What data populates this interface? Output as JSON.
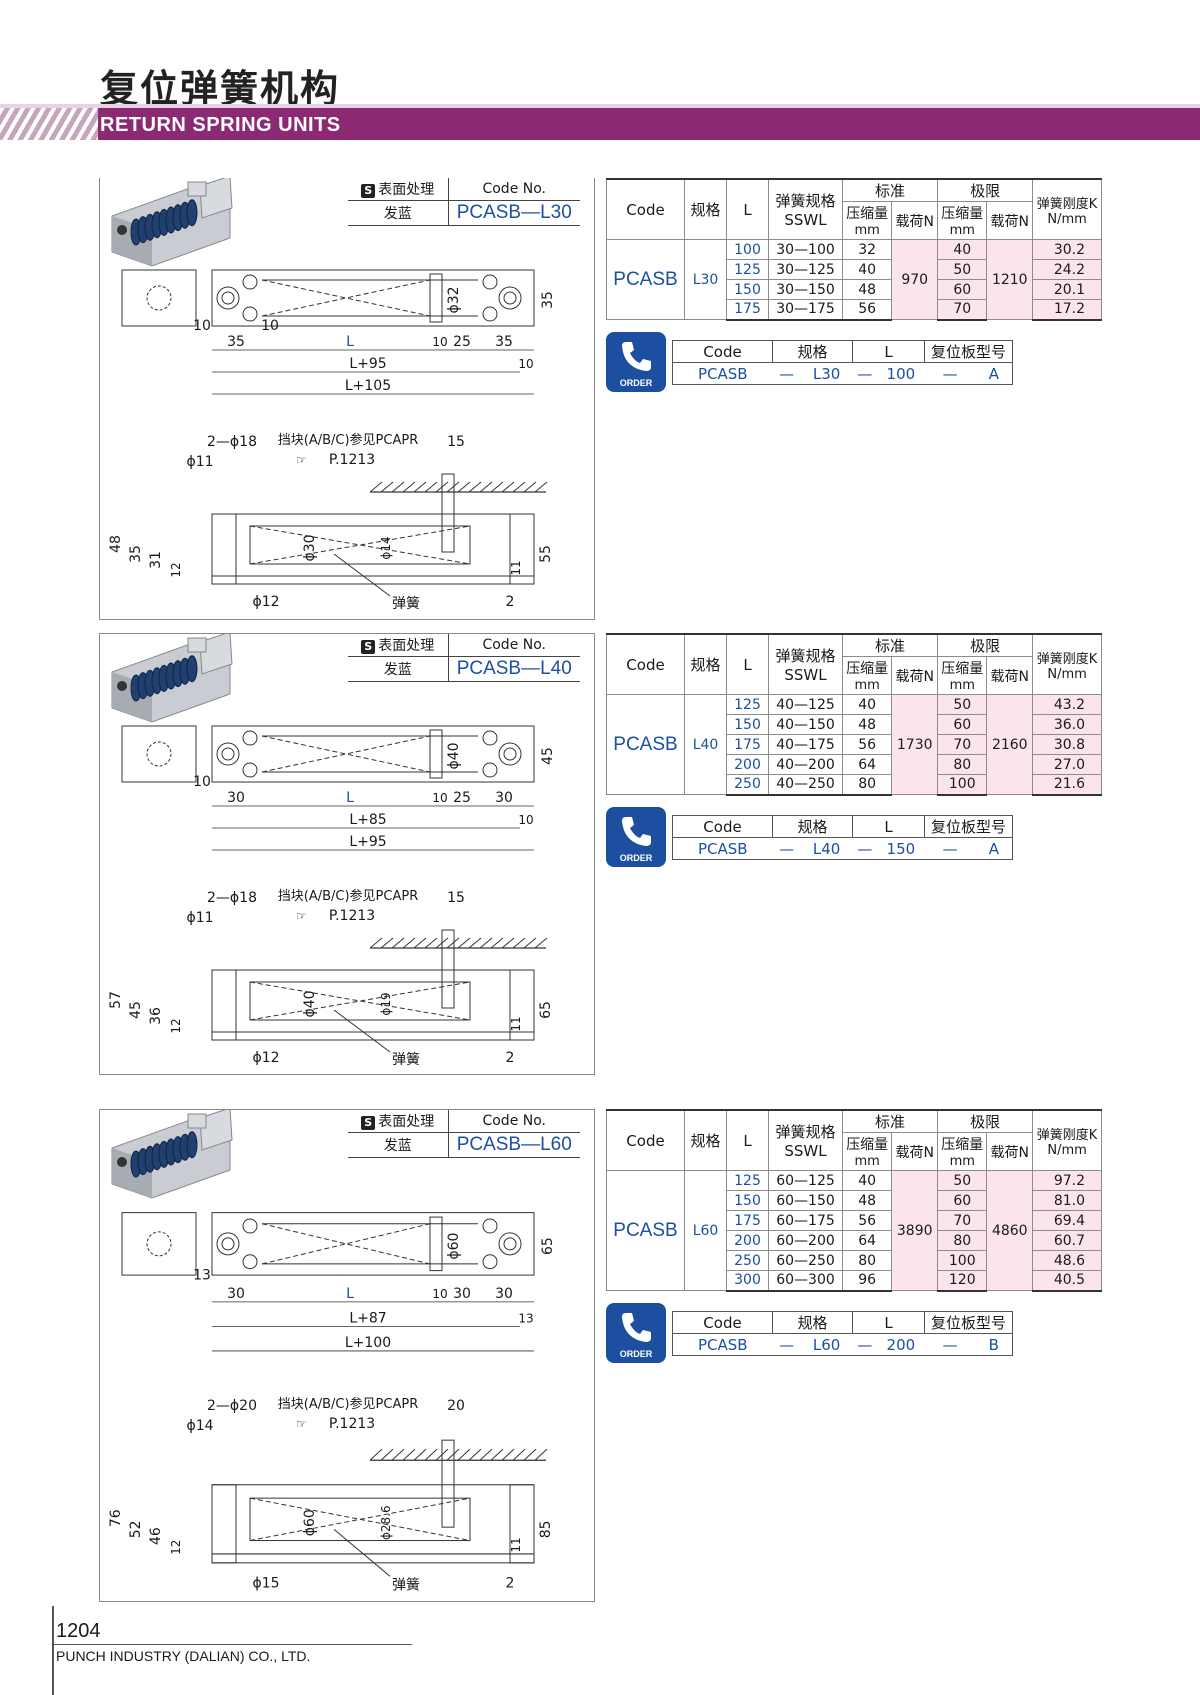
{
  "page": {
    "title_cn": "复位弹簧机构",
    "title_en": "RETURN SPRING UNITS",
    "page_number": "1204",
    "company": "PUNCH INDUSTRY (DALIAN) CO., LTD."
  },
  "codebox_labels": {
    "surface": "表面处理",
    "code_no": "Code No.",
    "finish": "发蓝",
    "badge": "S"
  },
  "spec_headers": {
    "code": "Code",
    "spec": "规格",
    "l": "L",
    "spring": "弹簧规格",
    "sswl": "SSWL",
    "std": "标准",
    "limit": "极限",
    "comp": "压缩量",
    "mm": "mm",
    "load": "载荷N",
    "rate": "弹簧刚度K",
    "rate_unit": "N/mm"
  },
  "order_headers": {
    "code": "Code",
    "spec": "规格",
    "l": "L",
    "plate": "复位板型号",
    "icon_label": "ORDER"
  },
  "units": [
    {
      "code_no": "PCASB—L30",
      "code": "PCASB",
      "spec": "L30",
      "std_load": "970",
      "lim_load": "1210",
      "rows": [
        {
          "l": "100",
          "spring": "30—100",
          "comp": "32",
          "lim": "40",
          "k": "30.2"
        },
        {
          "l": "125",
          "spring": "30—125",
          "comp": "40",
          "lim": "50",
          "k": "24.2"
        },
        {
          "l": "150",
          "spring": "30—150",
          "comp": "48",
          "lim": "60",
          "k": "20.1"
        },
        {
          "l": "175",
          "spring": "30—175",
          "comp": "56",
          "lim": "70",
          "k": "17.2"
        }
      ],
      "order": {
        "code": "PCASB",
        "d1": "—",
        "spec": "L30",
        "d2": "—",
        "l": "100",
        "d3": "—",
        "plate": "A"
      },
      "dims": {
        "height_top": "35",
        "bore": "ϕ32",
        "d_left1": "10",
        "d_left2": "10",
        "d_a": "35",
        "d_l": "L",
        "d_10": "10",
        "d_25": "25",
        "d_35": "35",
        "d_lp95": "L+95",
        "d_10b": "10",
        "d_lp105": "L+105",
        "holes": "2—ϕ18",
        "cb": "ϕ11",
        "stop_note": "挡块(A/B/C)参见PCAPR",
        "page_ref": "P.1213",
        "stop_w": "15",
        "h48": "48",
        "h35": "35",
        "h31": "31",
        "h12": "12",
        "rod": "ϕ30",
        "rod2": "ϕ14",
        "h11": "11",
        "h55": "55",
        "foot": "ϕ12",
        "spring_lbl": "弹簧",
        "gap2": "2"
      }
    },
    {
      "code_no": "PCASB—L40",
      "code": "PCASB",
      "spec": "L40",
      "std_load": "1730",
      "lim_load": "2160",
      "rows": [
        {
          "l": "125",
          "spring": "40—125",
          "comp": "40",
          "lim": "50",
          "k": "43.2"
        },
        {
          "l": "150",
          "spring": "40—150",
          "comp": "48",
          "lim": "60",
          "k": "36.0"
        },
        {
          "l": "175",
          "spring": "40—175",
          "comp": "56",
          "lim": "70",
          "k": "30.8"
        },
        {
          "l": "200",
          "spring": "40—200",
          "comp": "64",
          "lim": "80",
          "k": "27.0"
        },
        {
          "l": "250",
          "spring": "40—250",
          "comp": "80",
          "lim": "100",
          "k": "21.6"
        }
      ],
      "order": {
        "code": "PCASB",
        "d1": "—",
        "spec": "L40",
        "d2": "—",
        "l": "150",
        "d3": "—",
        "plate": "A"
      },
      "dims": {
        "height_top": "45",
        "bore": "ϕ40",
        "d_left1": "10",
        "d_left2": "",
        "d_a": "30",
        "d_l": "L",
        "d_10": "10",
        "d_25": "25",
        "d_35": "30",
        "d_lp95": "L+85",
        "d_10b": "10",
        "d_lp105": "L+95",
        "holes": "2—ϕ18",
        "cb": "ϕ11",
        "stop_note": "挡块(A/B/C)参见PCAPR",
        "page_ref": "P.1213",
        "stop_w": "15",
        "h48": "57",
        "h35": "45",
        "h31": "36",
        "h12": "12",
        "rod": "ϕ40",
        "rod2": "ϕ19",
        "h11": "11",
        "h55": "65",
        "foot": "ϕ12",
        "spring_lbl": "弹簧",
        "gap2": "2"
      }
    },
    {
      "code_no": "PCASB—L60",
      "code": "PCASB",
      "spec": "L60",
      "std_load": "3890",
      "lim_load": "4860",
      "rows": [
        {
          "l": "125",
          "spring": "60—125",
          "comp": "40",
          "lim": "50",
          "k": "97.2"
        },
        {
          "l": "150",
          "spring": "60—150",
          "comp": "48",
          "lim": "60",
          "k": "81.0"
        },
        {
          "l": "175",
          "spring": "60—175",
          "comp": "56",
          "lim": "70",
          "k": "69.4"
        },
        {
          "l": "200",
          "spring": "60—200",
          "comp": "64",
          "lim": "80",
          "k": "60.7"
        },
        {
          "l": "250",
          "spring": "60—250",
          "comp": "80",
          "lim": "100",
          "k": "48.6"
        },
        {
          "l": "300",
          "spring": "60—300",
          "comp": "96",
          "lim": "120",
          "k": "40.5"
        }
      ],
      "order": {
        "code": "PCASB",
        "d1": "—",
        "spec": "L60",
        "d2": "—",
        "l": "200",
        "d3": "—",
        "plate": "B"
      },
      "dims": {
        "height_top": "65",
        "bore": "ϕ60",
        "d_left1": "13",
        "d_left2": "",
        "d_a": "30",
        "d_l": "L",
        "d_10": "10",
        "d_25": "30",
        "d_35": "30",
        "d_lp95": "L+87",
        "d_10b": "13",
        "d_lp105": "L+100",
        "holes": "2—ϕ20",
        "cb": "ϕ14",
        "stop_note": "挡块(A/B/C)参见PCAPR",
        "page_ref": "P.1213",
        "stop_w": "20",
        "h48": "76",
        "h35": "52",
        "h31": "46",
        "h12": "12",
        "rod": "ϕ60",
        "rod2": "ϕ28.6",
        "h11": "11",
        "h55": "85",
        "foot": "ϕ15",
        "spring_lbl": "弹簧",
        "gap2": "2"
      }
    }
  ],
  "colors": {
    "brand": "#8b2a72",
    "code_blue": "#1d4fa0",
    "pink": "#fbe4ee"
  },
  "icons": {
    "order": "phone-order-icon",
    "pointer": "hand-pointer-icon"
  }
}
